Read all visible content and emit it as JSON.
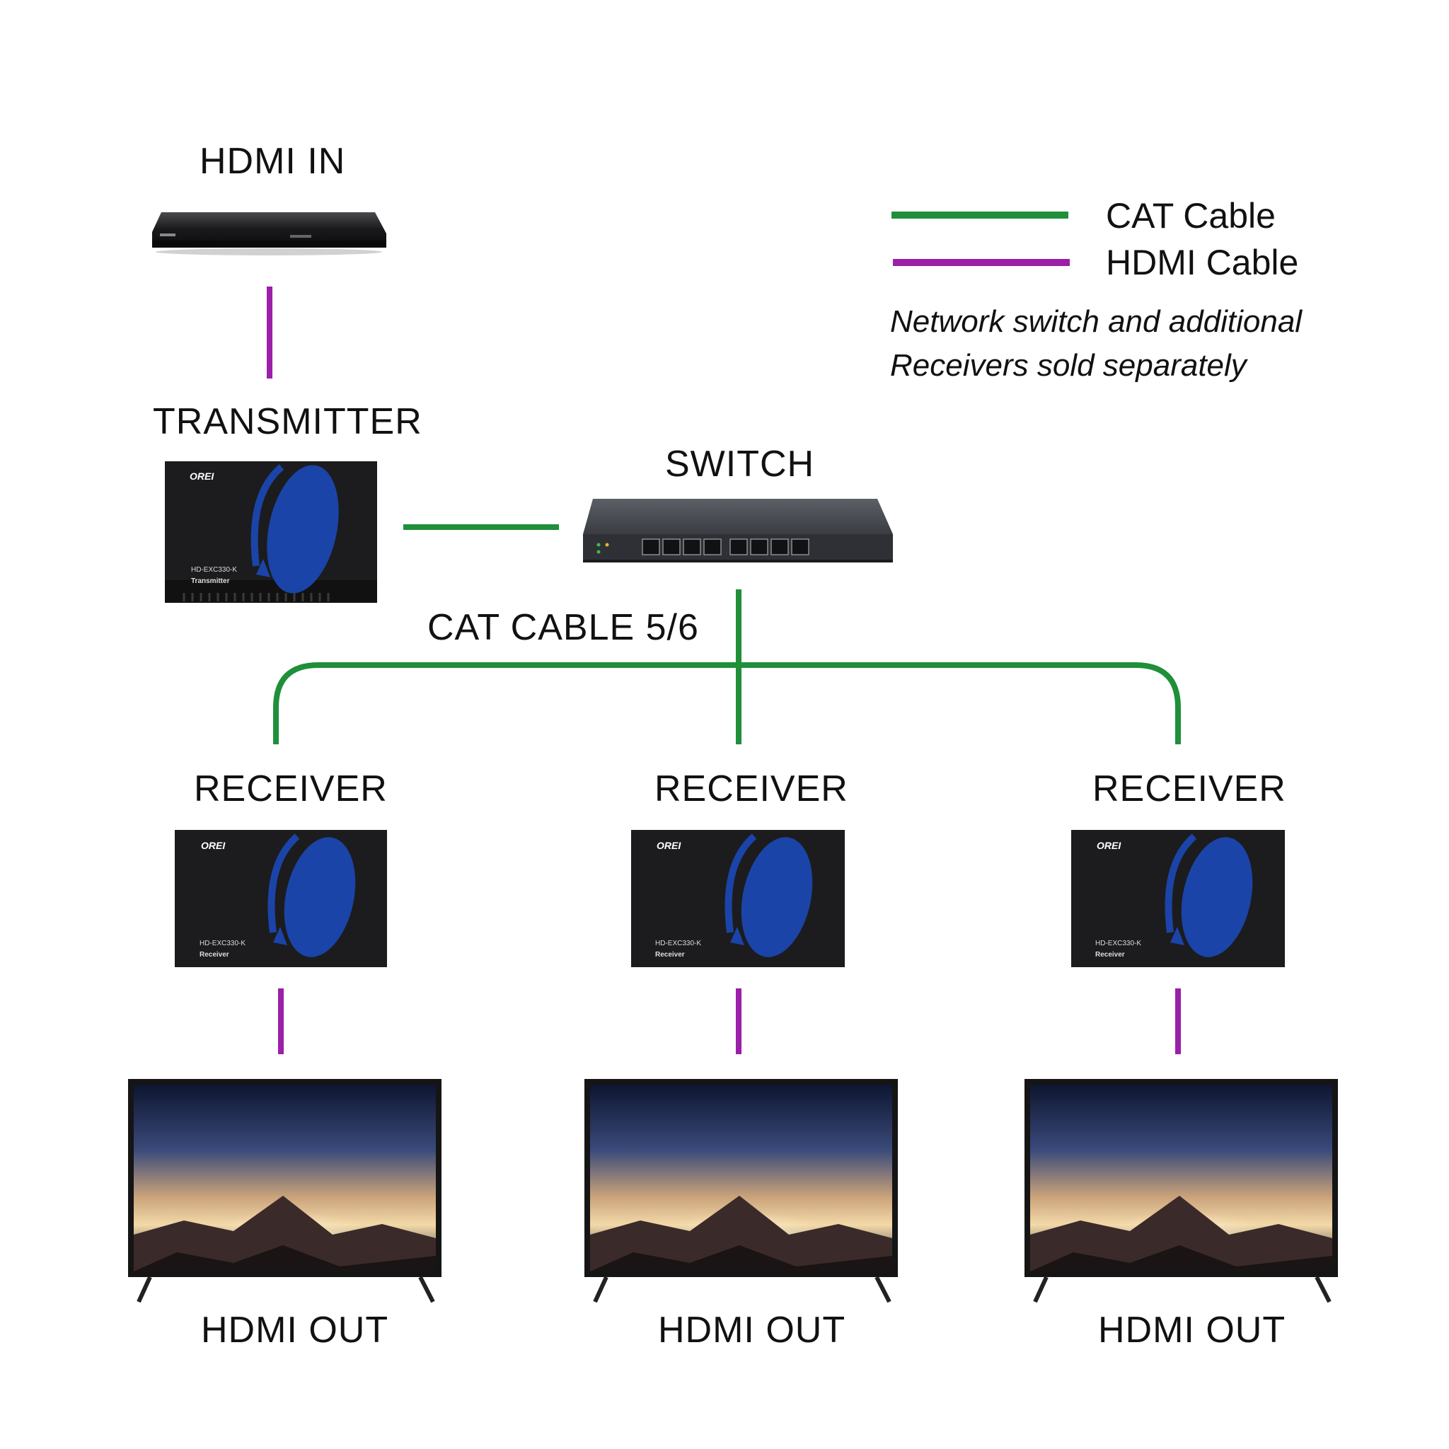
{
  "labels": {
    "hdmi_in": "HDMI IN",
    "transmitter": "TRANSMITTER",
    "switch": "SWITCH",
    "cat_cable": "CAT CABLE 5/6",
    "receiver_1": "RECEIVER",
    "receiver_2": "RECEIVER",
    "receiver_3": "RECEIVER",
    "hdmi_out_1": "HDMI OUT",
    "hdmi_out_2": "HDMI OUT",
    "hdmi_out_3": "HDMI OUT"
  },
  "legend": {
    "cat": {
      "label": "CAT Cable",
      "color": "#1f8f3a"
    },
    "hdmi": {
      "label": "HDMI Cable",
      "color": "#9b1fa8"
    }
  },
  "note": {
    "line1": "Network switch and additional",
    "line2": "Receivers sold separately"
  },
  "devices": {
    "brand": "OREI",
    "transmitter_model": "HD-EXC330-K",
    "transmitter_type": "Transmitter",
    "receiver_model": "HD-EXC330-K",
    "receiver_type": "Receiver"
  },
  "colors": {
    "cat_line": "#1f8f3a",
    "hdmi_line": "#9b1fa8",
    "device_body": "#1c1c1e",
    "brand_blue": "#1b44a8"
  }
}
